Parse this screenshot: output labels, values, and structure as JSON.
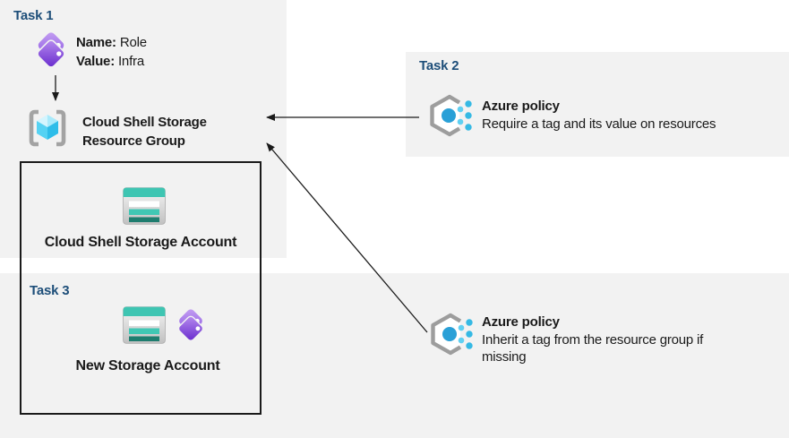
{
  "task1": {
    "label": "Task 1",
    "tag": {
      "name_label": "Name:",
      "name_value": "Role",
      "value_label": "Value:",
      "value_value": "Infra"
    },
    "resource_group": {
      "title_line1": "Cloud Shell Storage",
      "title_line2": "Resource Group"
    },
    "storage_account_label": "Cloud Shell Storage Account"
  },
  "task2": {
    "label": "Task 2",
    "policy": {
      "title": "Azure policy",
      "description": "Require a tag and its value on resources"
    }
  },
  "task3": {
    "label": "Task 3",
    "storage_account_label": "New Storage Account"
  },
  "inherit_policy": {
    "title": "Azure policy",
    "description": "Inherit a tag from the resource group if missing"
  },
  "icons": {
    "tag": "tag-icon",
    "resource_group": "resource-group-icon",
    "storage_account": "storage-account-icon",
    "azure_policy": "azure-policy-icon",
    "arrows": "arrow-connector"
  },
  "colors": {
    "region_background": "#f2f2f2",
    "task_label_blue": "#1d4e79",
    "body_text": "#1a1a1a",
    "storage_teal": "#3ec5b2",
    "storage_dark_teal": "#1e7d6f",
    "tag_purple": "#7a42d8",
    "policy_blue": "#29a0d7",
    "policy_dot_cyan": "#35b9e4",
    "cube_cyan": "#2ebde9",
    "bracket_gray": "#a3a3a3"
  }
}
